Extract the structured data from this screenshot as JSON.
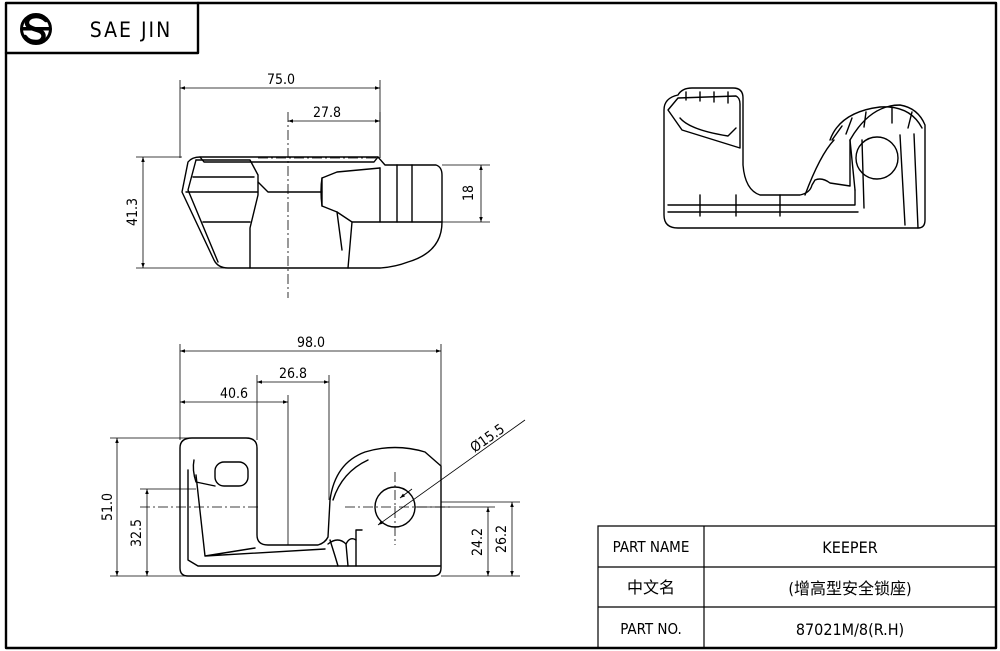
{
  "header": {
    "company": "SAE JIN",
    "logo_icon": "sae-jin-logo-icon"
  },
  "dimensions": {
    "top_view": {
      "overall_width": "75.0",
      "offset_width": "27.8",
      "height": "41.3",
      "side_height": "18"
    },
    "front_view": {
      "overall_width": "98.0",
      "left_offset": "40.6",
      "slot_width": "26.8",
      "hole_diameter": "Ø15.5",
      "total_height": "51.0",
      "hole_height": "32.5",
      "right_height_1": "24.2",
      "right_height_2": "26.2"
    }
  },
  "title_block": {
    "rows": [
      {
        "label": "PART NAME",
        "value": "KEEPER"
      },
      {
        "label": "中文名",
        "value": "(增高型安全锁座)"
      },
      {
        "label": "PART NO.",
        "value": "87021M/8(R.H)"
      }
    ]
  }
}
